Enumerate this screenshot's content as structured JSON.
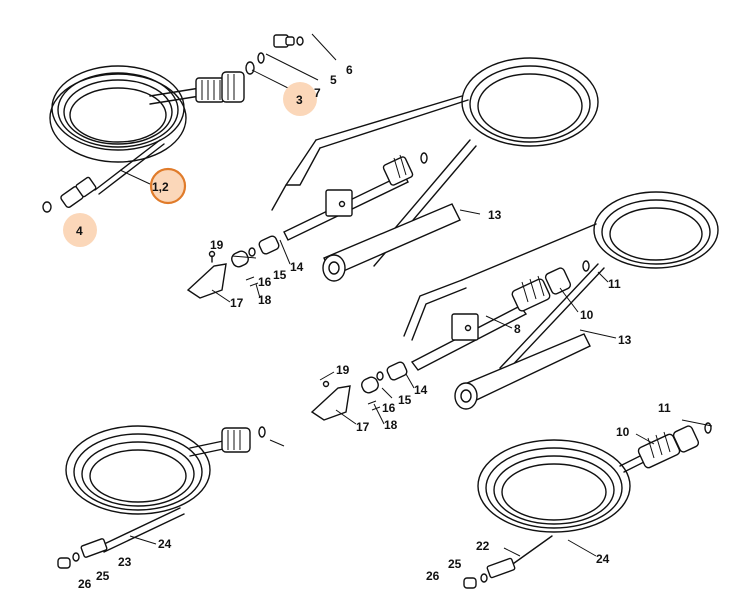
{
  "diagram": {
    "labels": {
      "p1_2": "1,2",
      "p3": "3",
      "p4": "4",
      "p5": "5",
      "p6": "6",
      "p7": "7",
      "p8": "8",
      "p10a": "10",
      "p10b": "10",
      "p11a": "11",
      "p11b": "11",
      "p13a": "13",
      "p13b": "13",
      "p14a": "14",
      "p14b": "14",
      "p15a": "15",
      "p15b": "15",
      "p16a": "16",
      "p16b": "16",
      "p17a": "17",
      "p17b": "17",
      "p18a": "18",
      "p18b": "18",
      "p19a": "19",
      "p19b": "19",
      "p22": "22",
      "p23": "23",
      "p24a": "24",
      "p24b": "24",
      "p25a": "25",
      "p25b": "25",
      "p26a": "26",
      "p26b": "26"
    },
    "highlight_color": "#fbd7b9",
    "highlight_ring_color": "#e07b2a"
  }
}
